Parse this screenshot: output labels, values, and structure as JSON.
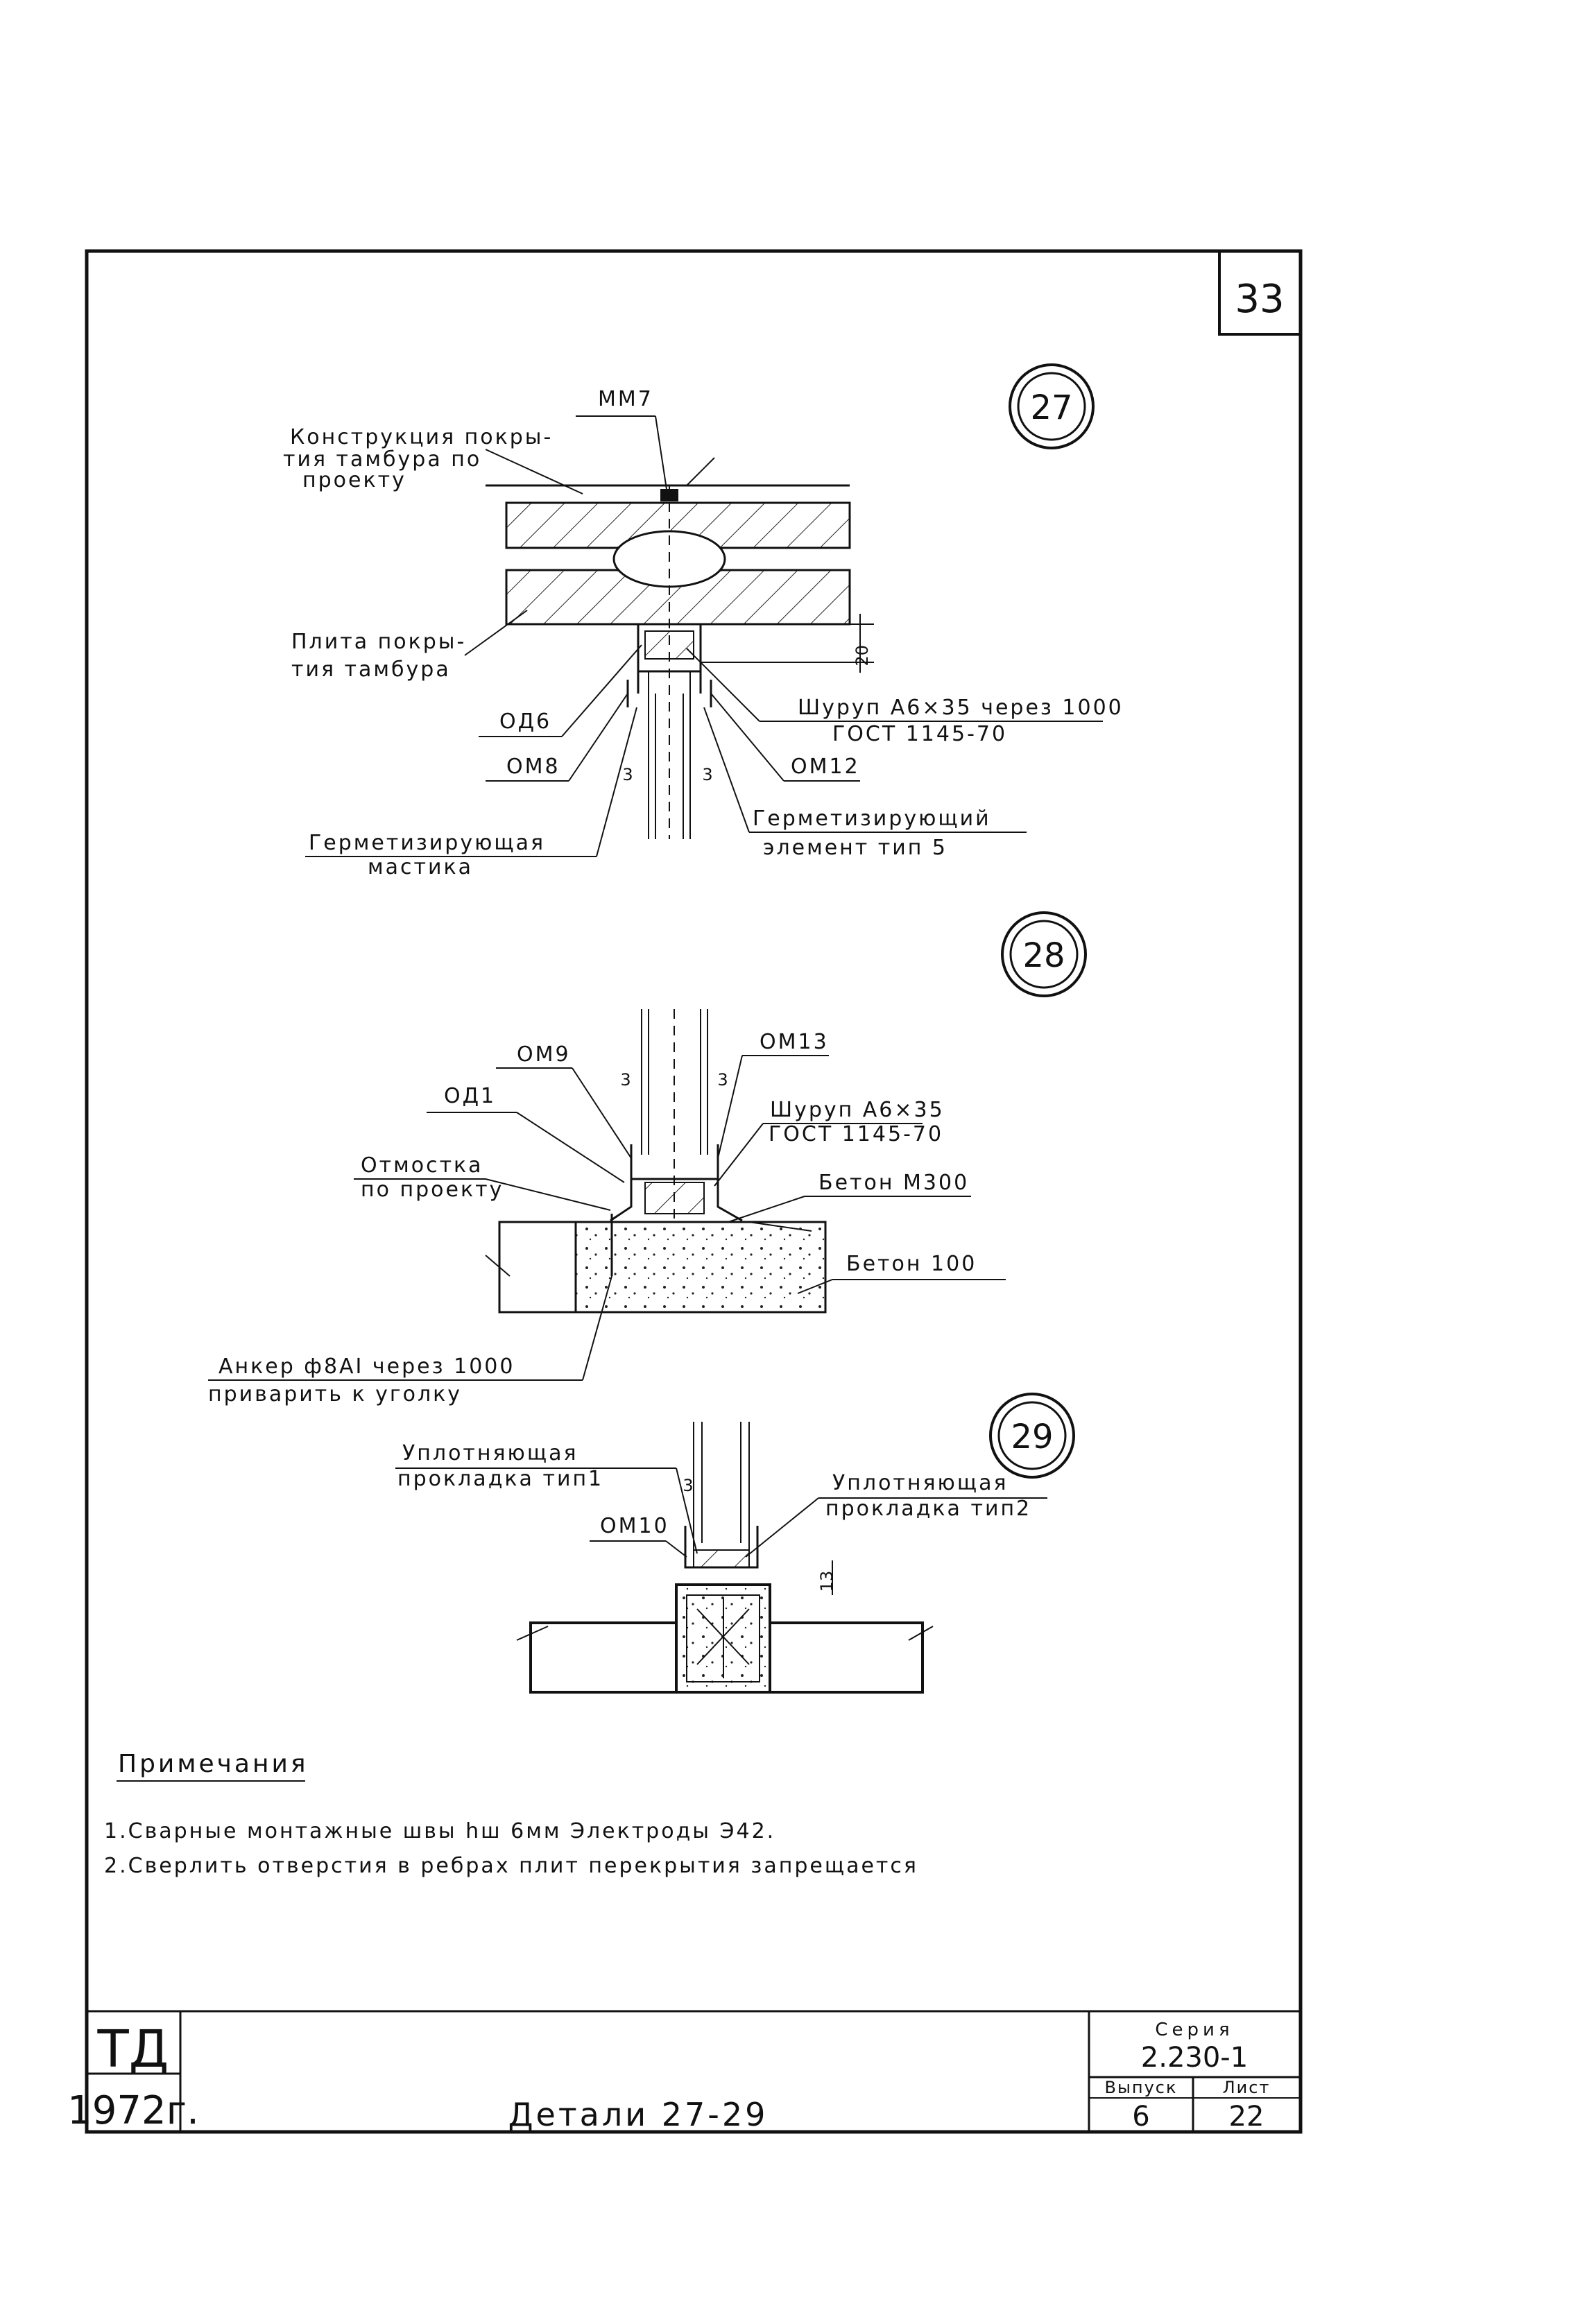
{
  "sheet_number": "33",
  "details": {
    "d27": {
      "marker": "27",
      "labels": {
        "mm7": "ММ7",
        "roof_l1": "Конструкция покры-",
        "roof_l2": "тия тамбура по",
        "roof_l3": "проекту",
        "slab_l1": "Плита покры-",
        "slab_l2": "тия тамбура",
        "od6": "ОД6",
        "om8": "ОМ8",
        "screw_l1": "Шуруп А6×35 через 1000",
        "screw_l2": "ГОСТ 1145-70",
        "om12": "ОМ12",
        "mastic_l1": "Герметизирующая",
        "mastic_l2": "мастика",
        "seal_l1": "Герметизирующий",
        "seal_l2": "элемент тип 5",
        "dim20": "20",
        "dim3a": "3",
        "dim3b": "3"
      }
    },
    "d28": {
      "marker": "28",
      "labels": {
        "om9": "ОМ9",
        "om13": "ОМ13",
        "od1": "ОД1",
        "screw_l1": "Шуруп А6×35",
        "screw_l2": "ГОСТ 1145-70",
        "pave_l1": "Отмостка",
        "pave_l2": "по проекту",
        "beton300": "Бетон М300",
        "beton100": "Бетон 100",
        "anchor_l1": "Анкер ф8АI через 1000",
        "anchor_l2": "приварить к уголку",
        "dim3a": "3",
        "dim3b": "3"
      }
    },
    "d29": {
      "marker": "29",
      "labels": {
        "gasket1_l1": "Уплотняющая",
        "gasket1_l2": "прокладка тип1",
        "gasket2_l1": "Уплотняющая",
        "gasket2_l2": "прокладка тип2",
        "om10": "ОМ10",
        "dim3": "3",
        "dim13": "13"
      }
    }
  },
  "notes": {
    "title": "Примечания",
    "items": [
      "1.Сварные монтажные швы hш 6мм Электроды Э42.",
      "2.Сверлить отверстия в ребрах плит перекрытия запрещается"
    ]
  },
  "title_block": {
    "org": "ТД",
    "year": "1972г.",
    "title": "Детали 27-29",
    "series_label": "Серия",
    "series_value": "2.230-1",
    "issue_label": "Выпуск",
    "issue_value": "6",
    "sheet_label": "Лист",
    "sheet_value": "22"
  }
}
